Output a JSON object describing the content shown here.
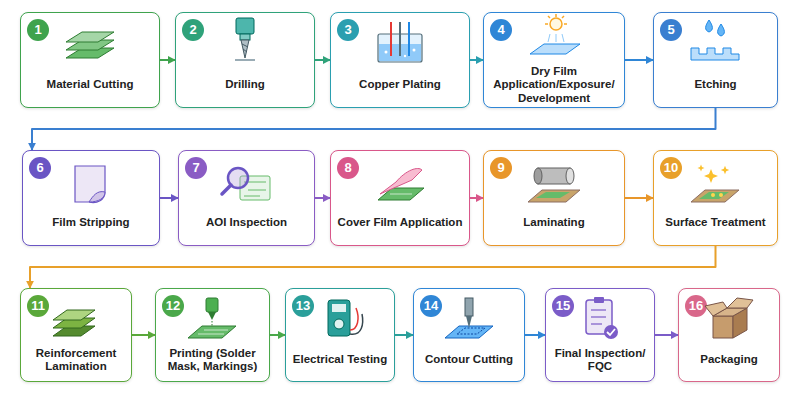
{
  "diagram": {
    "nodes": [
      {
        "text": [
          "1",
          "Material Cutting"
        ]
      },
      {
        "text": [
          "2",
          "Drilling"
        ]
      },
      {
        "text": [
          "3",
          "Copper Plating"
        ]
      },
      {
        "text": [
          "4",
          "Dry Film Application/Exposure/ Development"
        ]
      },
      {
        "text": [
          "5",
          "Etching"
        ]
      },
      {
        "text": [
          "6",
          "Film Stripping"
        ]
      },
      {
        "text": [
          "7",
          "AOI Inspection"
        ]
      },
      {
        "text": [
          "8",
          "Cover Film Application"
        ]
      },
      {
        "text": [
          "9",
          "Laminating"
        ]
      },
      {
        "text": [
          "10",
          "Surface Treatment"
        ]
      },
      {
        "text": [
          "11",
          "Reinforcement Lamination"
        ]
      },
      {
        "text": [
          "12",
          "Printing (Solder Mask, Markings)"
        ]
      },
      {
        "text": [
          "13",
          "Electrical Testing"
        ]
      },
      {
        "text": [
          "14",
          "Contour Cutting"
        ]
      },
      {
        "text": [
          "15",
          "Final Inspection/ FQC"
        ]
      },
      {
        "text": [
          "16",
          "Packaging"
        ]
      }
    ],
    "edges": [
      {
        "from": 0,
        "to": 1,
        "arrow": "to"
      },
      {
        "from": 1,
        "to": 2,
        "arrow": "to"
      },
      {
        "from": 2,
        "to": 3,
        "arrow": "to"
      },
      {
        "from": 3,
        "to": 4,
        "arrow": "to"
      },
      {
        "from": 4,
        "to": 5,
        "arrow": "to"
      },
      {
        "from": 5,
        "to": 6,
        "arrow": "to"
      },
      {
        "from": 6,
        "to": 7,
        "arrow": "to"
      },
      {
        "from": 7,
        "to": 8,
        "arrow": "to"
      },
      {
        "from": 8,
        "to": 9,
        "arrow": "to"
      },
      {
        "from": 9,
        "to": 10,
        "arrow": "to"
      },
      {
        "from": 10,
        "to": 11,
        "arrow": "to"
      },
      {
        "from": 11,
        "to": 12,
        "arrow": "to"
      },
      {
        "from": 12,
        "to": 13,
        "arrow": "to"
      },
      {
        "from": 13,
        "to": 14,
        "arrow": "to"
      },
      {
        "from": 14,
        "to": 15,
        "arrow": "to"
      }
    ]
  }
}
